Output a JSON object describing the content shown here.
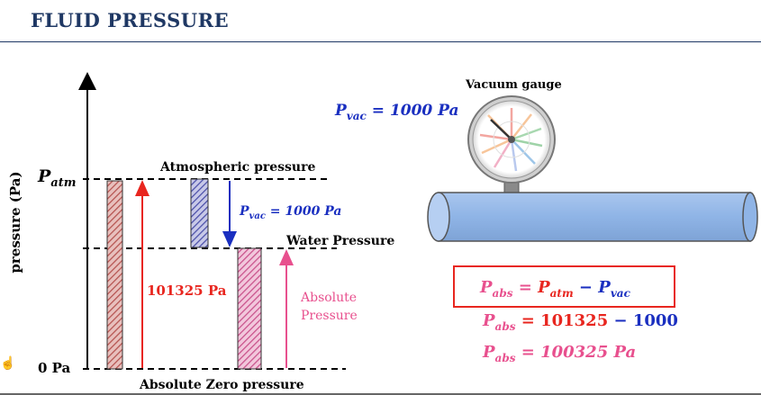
{
  "title": "FLUID PRESSURE",
  "axis": {
    "ylabel": "pressure (Pa)",
    "p_atm_tick": "P",
    "p_atm_sub": "atm",
    "zero_tick": "0 Pa"
  },
  "levels": {
    "atmospheric": "Atmospheric pressure",
    "water": "Water Pressure",
    "absolute_zero": "Absolute Zero pressure"
  },
  "arrows": {
    "atm_value": "101325 Pa",
    "pvac_label": {
      "P": "P",
      "sub": "vac",
      "rest": " = 1000 Pa"
    },
    "absolute_line1": "Absolute",
    "absolute_line2": "Pressure"
  },
  "gauge": {
    "title": "Vacuum gauge",
    "pvac": {
      "P": "P",
      "sub": "vac",
      "rest": " = 1000 Pa"
    }
  },
  "equations": {
    "eq1": {
      "lhs": "P",
      "lhs_sub": "abs",
      "eq": " = ",
      "a": "P",
      "a_sub": "atm",
      "minus": " − ",
      "b": "P",
      "b_sub": "vac"
    },
    "eq2": {
      "lhs": "P",
      "lhs_sub": "abs",
      "rest_red": " = 101325 ",
      "minus": "− ",
      "rest_blue": "1000"
    },
    "eq3": {
      "lhs": "P",
      "lhs_sub": "abs",
      "rest": " = 100325 Pa"
    }
  },
  "colors": {
    "title": "#1f3864",
    "red": "#e8261f",
    "blue": "#1a2fc0",
    "pink": "#e8508e",
    "bar_red": "#b5524f",
    "bar_blue": "#4a4ea8",
    "bar_pink": "#c9508a",
    "pipe": "#8fb4e6"
  },
  "icons": [
    "cursor-hand-icon"
  ]
}
